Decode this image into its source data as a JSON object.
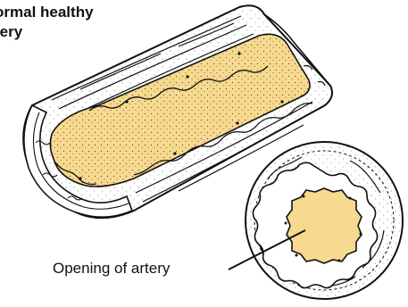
{
  "title": {
    "line1": "ormal healthy",
    "line2": "tery"
  },
  "callout": {
    "label": "Opening of artery"
  },
  "colors": {
    "lumen": "#f7d98f",
    "stroke": "#111111",
    "background": "#ffffff"
  }
}
